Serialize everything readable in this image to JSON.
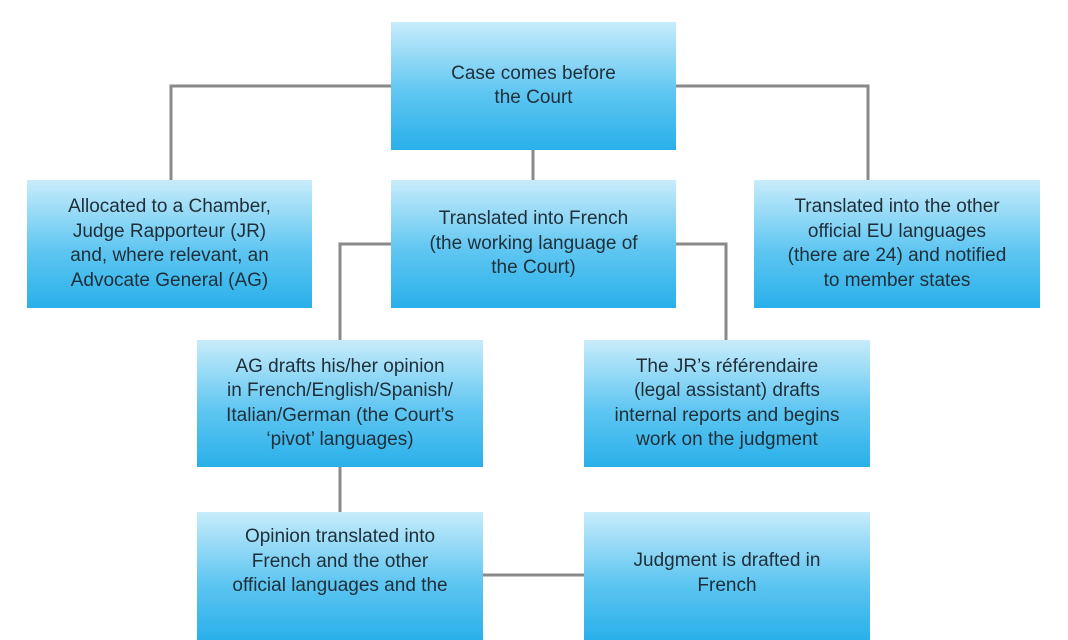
{
  "boxes": {
    "case": "Case comes before\nthe Court",
    "allocated": "Allocated to a Chamber,\nJudge Rapporteur (JR)\nand, where relevant, an\nAdvocate General (AG)",
    "french": "Translated into French\n(the working language of\nthe Court)",
    "other_languages": "Translated into the other\nofficial EU languages\n(there are 24) and notified\nto member states",
    "ag_opinion": "AG drafts his/her opinion\nin French/English/Spanish/\nItalian/German (the Court’s\n‘pivot’ languages)",
    "referendaire": "The JR’s référendaire\n(legal assistant) drafts\ninternal reports and begins\nwork on the judgment",
    "opinion_translated": "Opinion translated into\nFrench and the other\nofficial languages and the",
    "judgment": "Judgment is drafted in\nFrench"
  },
  "colors": {
    "box_top": "#c8ecfb",
    "box_bottom": "#29b0ea",
    "connector": "#8a8a8a",
    "text": "#1f2f3a"
  }
}
